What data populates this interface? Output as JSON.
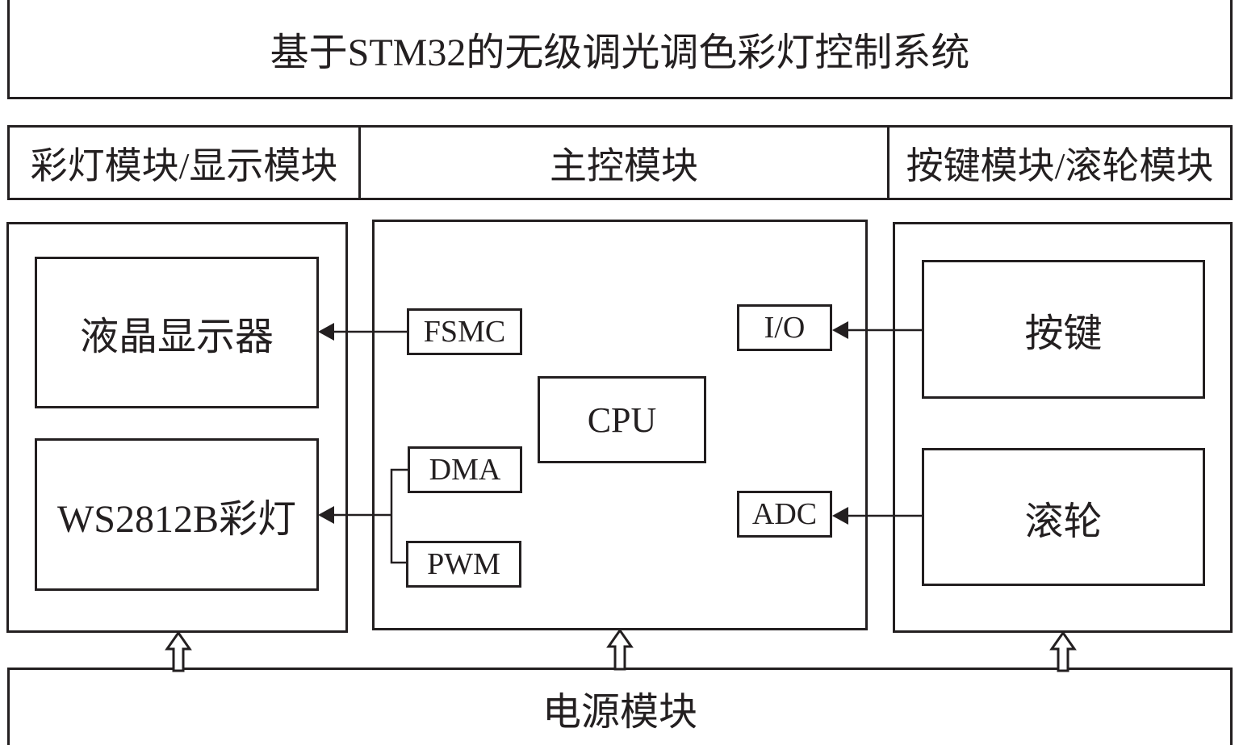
{
  "title": "基于STM32的无级调光调色彩灯控制系统",
  "layers": {
    "left": "彩灯模块/显示模块",
    "center": "主控模块",
    "right": "按键模块/滚轮模块"
  },
  "left_module": {
    "lcd": "液晶显示器",
    "led": "WS2812B彩灯"
  },
  "main_module": {
    "fsmc": "FSMC",
    "cpu": "CPU",
    "dma": "DMA",
    "pwm": "PWM",
    "io": "I/O",
    "adc": "ADC"
  },
  "right_module": {
    "key": "按键",
    "wheel": "滚轮"
  },
  "power": "电源模块",
  "colors": {
    "line": "#231f20",
    "background": "#ffffff"
  }
}
